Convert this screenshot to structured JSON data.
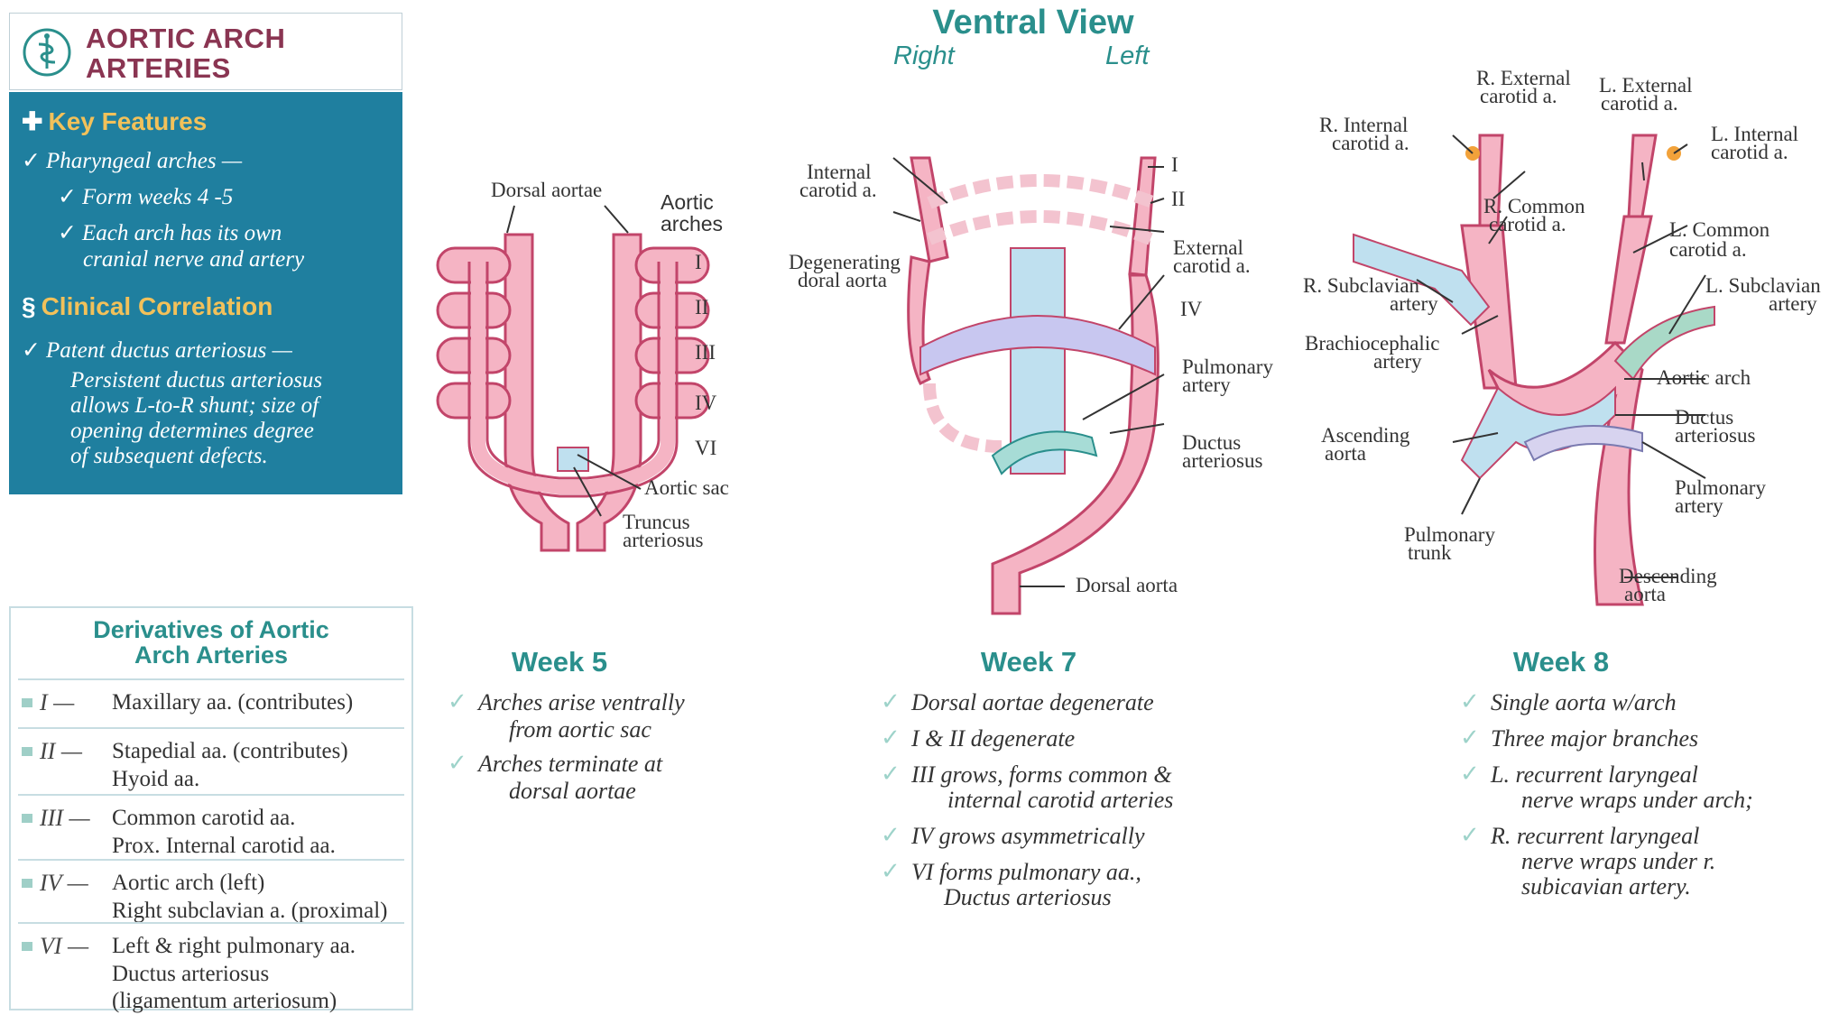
{
  "header": {
    "title_line1": "AORTIC ARCH",
    "title_line2": "ARTERIES",
    "logo_icon": "caduceus-icon"
  },
  "key_features": {
    "heading": "Key Features",
    "lines": [
      "Pharyngeal arches —",
      "Form weeks 4 -5",
      "Each arch has its own",
      "cranial nerve and artery"
    ]
  },
  "clinical": {
    "heading": "Clinical Correlation",
    "lines": [
      "Patent ductus arteriosus —",
      "Persistent ductus arteriosus",
      "allows L-to-R shunt; size of",
      "opening determines degree",
      "of subsequent defects."
    ]
  },
  "derivatives": {
    "title_line1": "Derivatives of Aortic",
    "title_line2": "Arch Arteries",
    "rows": [
      {
        "num": "I —",
        "lines": [
          "Maxillary aa. (contributes)"
        ]
      },
      {
        "num": "II —",
        "lines": [
          "Stapedial aa. (contributes)",
          "Hyoid aa."
        ]
      },
      {
        "num": "III —",
        "lines": [
          "Common carotid aa.",
          "Prox. Internal carotid aa."
        ]
      },
      {
        "num": "IV —",
        "lines": [
          "Aortic arch (left)",
          "Right subclavian a. (proximal)"
        ]
      },
      {
        "num": "VI —",
        "lines": [
          "Left & right pulmonary aa.",
          "Ductus arteriosus",
          "(ligamentum arteriosum)"
        ]
      }
    ]
  },
  "view": {
    "title": "Ventral View",
    "right": "Right",
    "left": "Left"
  },
  "week5": {
    "title": "Week 5",
    "items": [
      "Arches arise ventrally",
      "from aortic sac",
      "Arches terminate at",
      "dorsal aortae"
    ],
    "labels": {
      "dorsal_aortae": "Dorsal aortae",
      "aortic": "Aortic",
      "arches": "arches",
      "i": "I",
      "ii": "II",
      "iii": "III",
      "iv": "IV",
      "vi": "VI",
      "aortic_sac": "Aortic sac",
      "truncus1": "Truncus",
      "truncus2": "arteriosus"
    }
  },
  "week7": {
    "title": "Week 7",
    "items": [
      "Dorsal aortae degenerate",
      "I & II degenerate",
      "III grows, forms common &",
      "internal carotid arteries",
      "IV grows asymmetrically",
      "VI forms pulmonary aa.,",
      "Ductus arteriosus"
    ],
    "labels": {
      "internal1": "Internal",
      "internal2": "carotid a.",
      "degen1": "Degenerating",
      "degen2": "doral aorta",
      "i": "I",
      "ii": "II",
      "ext1": "External",
      "ext2": "carotid a.",
      "iv": "IV",
      "pulm1": "Pulmonary",
      "pulm2": "artery",
      "duct1": "Ductus",
      "duct2": "arteriosus",
      "dorsal": "Dorsal aorta"
    }
  },
  "week8": {
    "title": "Week 8",
    "items": [
      "Single aorta w/arch",
      "Three major branches",
      "L. recurrent laryngeal",
      "nerve wraps under arch;",
      "R. recurrent laryngeal",
      "nerve wraps under r.",
      "subicavian artery."
    ],
    "labels": {
      "rext1": "R. External",
      "rext2": "carotid a.",
      "lext1": "L. External",
      "lext2": "carotid a.",
      "rint1": "R. Internal",
      "rint2": "carotid a.",
      "lint1": "L. Internal",
      "lint2": "carotid a.",
      "rcom1": "R. Common",
      "rcom2": "carotid a.",
      "lcom1": "L. Common",
      "lcom2": "carotid a.",
      "rsub1": "R. Subclavian",
      "rsub2": "artery",
      "lsub1": "L. Subclavian",
      "lsub2": "artery",
      "brach1": "Brachiocephalic",
      "brach2": "artery",
      "arch": "Aortic arch",
      "asc1": "Ascending",
      "asc2": "aorta",
      "duct1": "Ductus",
      "duct2": "arteriosus",
      "pulm1": "Pulmonary",
      "pulm2": "artery",
      "ptrunk1": "Pulmonary",
      "ptrunk2": "trunk",
      "desc1": "Descending",
      "desc2": "aorta"
    }
  },
  "colors": {
    "teal": "#2a8f8c",
    "panel": "#1f7f9f",
    "gold": "#f2c15a",
    "vessel_pink": "#f5b4c4",
    "vessel_outline": "#c2456a",
    "aorta_blue": "#bfe0ef",
    "pulm_teal": "#a7dcd6",
    "iv_lavender": "#c8c7f0"
  }
}
